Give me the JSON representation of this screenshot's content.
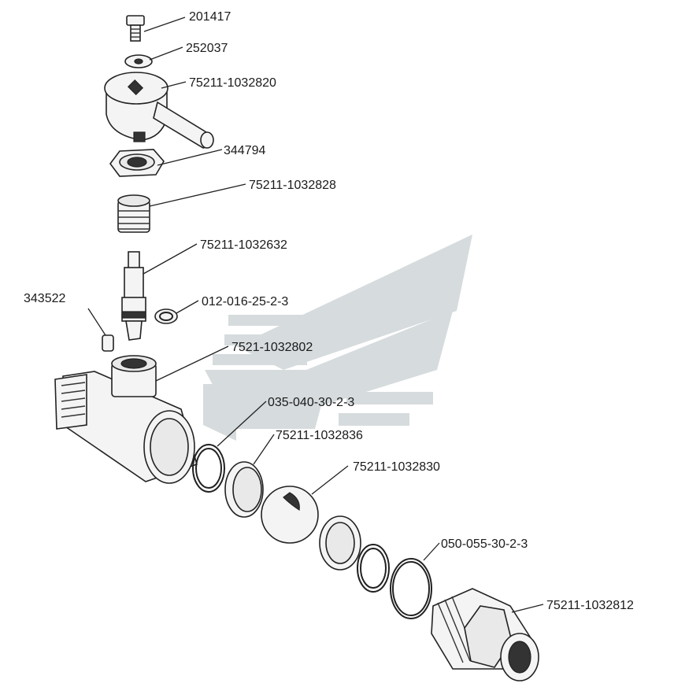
{
  "diagram": {
    "labels": [
      {
        "id": "bolt",
        "text": "201417"
      },
      {
        "id": "washer",
        "text": "252037"
      },
      {
        "id": "handle",
        "text": "75211-1032820"
      },
      {
        "id": "nut",
        "text": "344794"
      },
      {
        "id": "gland",
        "text": "75211-1032828"
      },
      {
        "id": "stem",
        "text": "75211-1032632"
      },
      {
        "id": "oring-stem",
        "text": "012-016-25-2-3"
      },
      {
        "id": "pin",
        "text": "343522"
      },
      {
        "id": "body",
        "text": "7521-1032802"
      },
      {
        "id": "oring-1",
        "text": "035-040-30-2-3"
      },
      {
        "id": "seat-1",
        "text": "75211-1032836"
      },
      {
        "id": "ball",
        "text": "75211-1032830"
      },
      {
        "id": "oring-2",
        "text": "050-055-30-2-3"
      },
      {
        "id": "fitting",
        "text": "75211-1032812"
      }
    ]
  }
}
